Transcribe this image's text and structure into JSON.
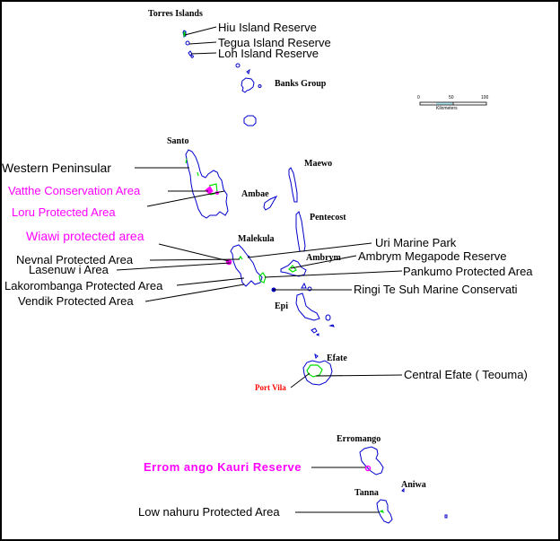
{
  "map": {
    "colors": {
      "coastline": "#0000cc",
      "protected_boundary": "#00e000",
      "highlight": "#ff00ff",
      "leader": "#000000",
      "capital": "#ff0000"
    },
    "island_labels": {
      "torres": "Torres Islands",
      "banks": "Banks Group",
      "santo": "Santo",
      "maewo": "Maewo",
      "ambae": "Ambae",
      "pentecost": "Pentecost",
      "malekula": "Malekula",
      "ambrym": "Ambrym",
      "epi": "Epi",
      "efate": "Efate",
      "port_vila": "Port Vila",
      "erromango": "Erromango",
      "aniwa": "Aniwa",
      "tanna": "Tanna"
    },
    "protected_areas": {
      "hiu": "Hiu Island Reserve",
      "tegua": "Tegua Island Reserve",
      "loh": "Loh Island Reserve",
      "western_peninsular": "Western Peninsular",
      "vatthe": "Vatthe Conservation Area",
      "loru": "Loru Protected Area",
      "wiawi": "Wiawi protected area",
      "nevnal": "Nevnal Protected Area",
      "lasenuwi": "Lasenuw i Area",
      "lakorombanga": "Lakorombanga Protected Area",
      "vendik": "Vendik Protected Area",
      "uri": "Uri Marine Park",
      "ambrym_megapode": "Ambrym Megapode Reserve",
      "pankumo": "Pankumo Protected Area",
      "ringi": "Ringi Te Suh Marine Conservati",
      "central_efate": "Central Efate ( Teouma)",
      "erromango_kauri": "Errom ango Kauri Reserve",
      "lownahuru": "Low nahuru Protected Area"
    },
    "scale_bar": {
      "ticks": [
        "0",
        "50",
        "100"
      ],
      "unit": "Kilometers"
    }
  }
}
